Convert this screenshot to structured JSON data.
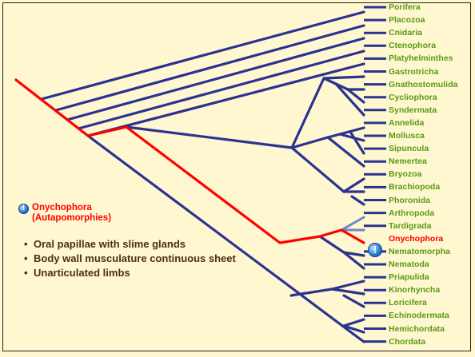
{
  "taxa": [
    {
      "label": "Porifera",
      "highlight": false
    },
    {
      "label": "Placozoa",
      "highlight": false
    },
    {
      "label": "Cnidaria",
      "highlight": false
    },
    {
      "label": "Ctenophora",
      "highlight": false
    },
    {
      "label": "Platyhelminthes",
      "highlight": false
    },
    {
      "label": "Gastrotricha",
      "highlight": false
    },
    {
      "label": "Gnathostomulida",
      "highlight": false
    },
    {
      "label": "Cycliophora",
      "highlight": false
    },
    {
      "label": "Syndermata",
      "highlight": false
    },
    {
      "label": "Annelida",
      "highlight": false
    },
    {
      "label": "Mollusca",
      "highlight": false
    },
    {
      "label": "Sipuncula",
      "highlight": false
    },
    {
      "label": "Nemertea",
      "highlight": false
    },
    {
      "label": "Bryozoa",
      "highlight": false
    },
    {
      "label": "Brachiopoda",
      "highlight": false
    },
    {
      "label": "Phoronida",
      "highlight": false
    },
    {
      "label": "Arthropoda",
      "highlight": false
    },
    {
      "label": "Tardigrada",
      "highlight": false
    },
    {
      "label": "Onychophora",
      "highlight": true
    },
    {
      "label": "Nematomorpha",
      "highlight": false
    },
    {
      "label": "Nematoda",
      "highlight": false
    },
    {
      "label": "Priapulida",
      "highlight": false
    },
    {
      "label": "Kinorhyncha",
      "highlight": false
    },
    {
      "label": "Loricifera",
      "highlight": false
    },
    {
      "label": "Echinodermata",
      "highlight": false
    },
    {
      "label": "Hemichordata",
      "highlight": false
    },
    {
      "label": "Chordata",
      "highlight": false
    }
  ],
  "legend": {
    "title": "Onychophora\n(Autapomorphies)",
    "alert_icon": "alert-icon"
  },
  "bullets": [
    "Oral papillae with slime glands",
    "Body wall musculature continuous sheet",
    "Unarticulated limbs"
  ],
  "colors": {
    "background": "#fff7cf",
    "branch": "#2b3391",
    "highlight_branch": "#ff0000",
    "light_branch": "#6f86c8",
    "taxon_text": "#5a9a18",
    "highlight_text": "#ff0000",
    "bullet_text": "#4a2f14"
  }
}
